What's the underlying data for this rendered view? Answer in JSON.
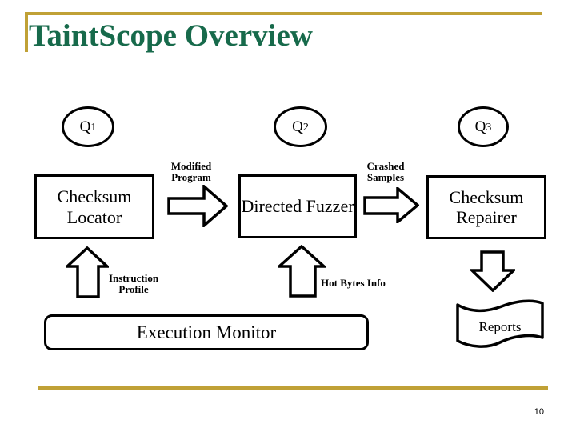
{
  "slide": {
    "title": "TaintScope Overview",
    "page_number": "10"
  },
  "colors": {
    "title_green": "#176A4B",
    "accent_gold": "#C0A136",
    "shape_outline": "#000000",
    "shape_fill": "#FFFFFF"
  },
  "diagram": {
    "queues": {
      "q1": {
        "letter": "Q",
        "number": "1"
      },
      "q2": {
        "letter": "Q",
        "number": "2"
      },
      "q3": {
        "letter": "Q",
        "number": "3"
      }
    },
    "nodes": {
      "checksum_locator": "Checksum Locator",
      "directed_fuzzer": "Directed Fuzzer",
      "checksum_repairer": "Checksum Repairer",
      "execution_monitor": "Execution Monitor",
      "reports": "Reports"
    },
    "flow_labels": {
      "modified_program": "Modified Program",
      "crashed_samples": "Crashed Samples",
      "instruction_profile": "Instruction Profile",
      "hot_bytes_info": "Hot Bytes Info"
    },
    "icons": {
      "flow_arrows": "block-arrow-right",
      "feedback_arrows": "block-arrow-up",
      "output_arrow": "block-arrow-down"
    }
  }
}
